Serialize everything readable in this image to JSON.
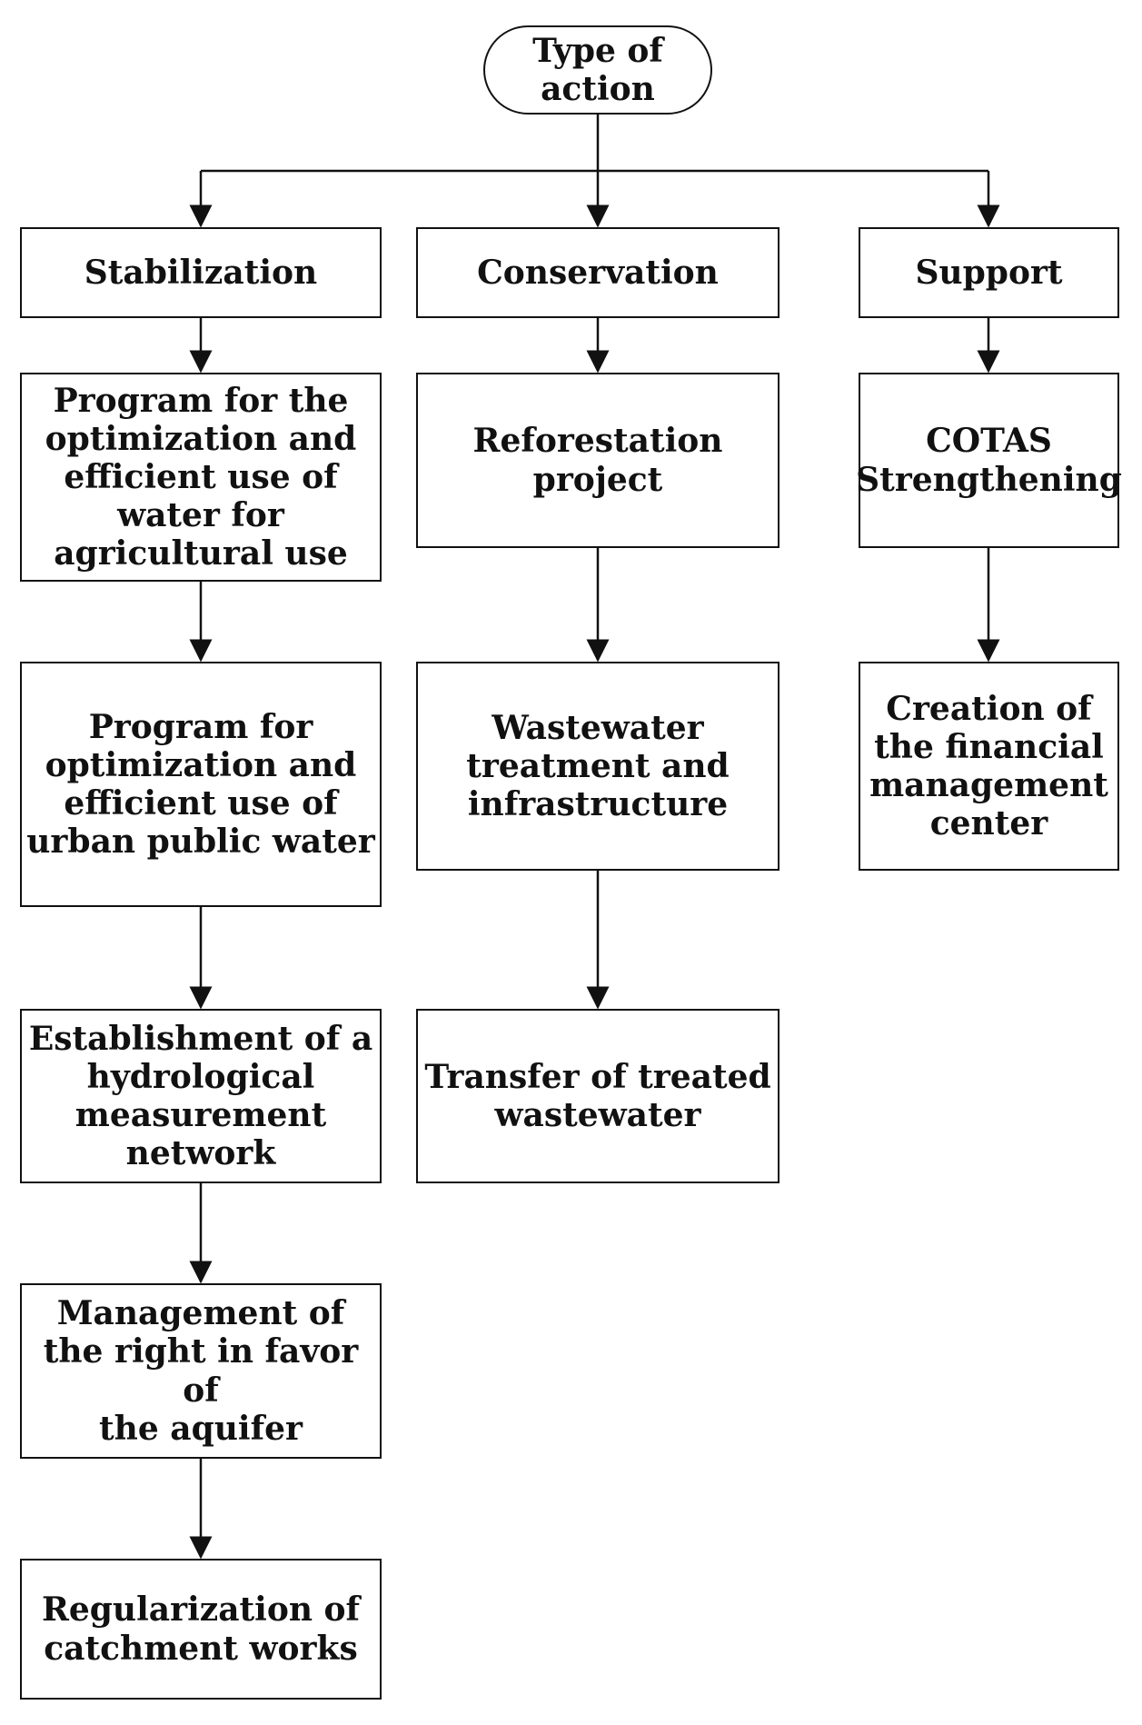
{
  "root": {
    "label": "Type of\naction"
  },
  "columns": [
    {
      "category": "Stabilization",
      "items": [
        "Program for the\noptimization and\nefficient use of\nwater for\nagricultural use",
        "Program for\noptimization and\nefficient use of\nurban public water",
        "Establishment of a\nhydrological\nmeasurement\nnetwork",
        "Management of\nthe right in favor of\nthe aquifer",
        "Regularization of\ncatchment works"
      ]
    },
    {
      "category": "Conservation",
      "items": [
        "Reforestation\nproject",
        "Wastewater\ntreatment and\ninfrastructure",
        "Transfer of treated\nwastewater"
      ]
    },
    {
      "category": "Support",
      "items": [
        "COTAS\nStrengthening",
        "Creation of\nthe financial\nmanagement\ncenter"
      ]
    }
  ]
}
